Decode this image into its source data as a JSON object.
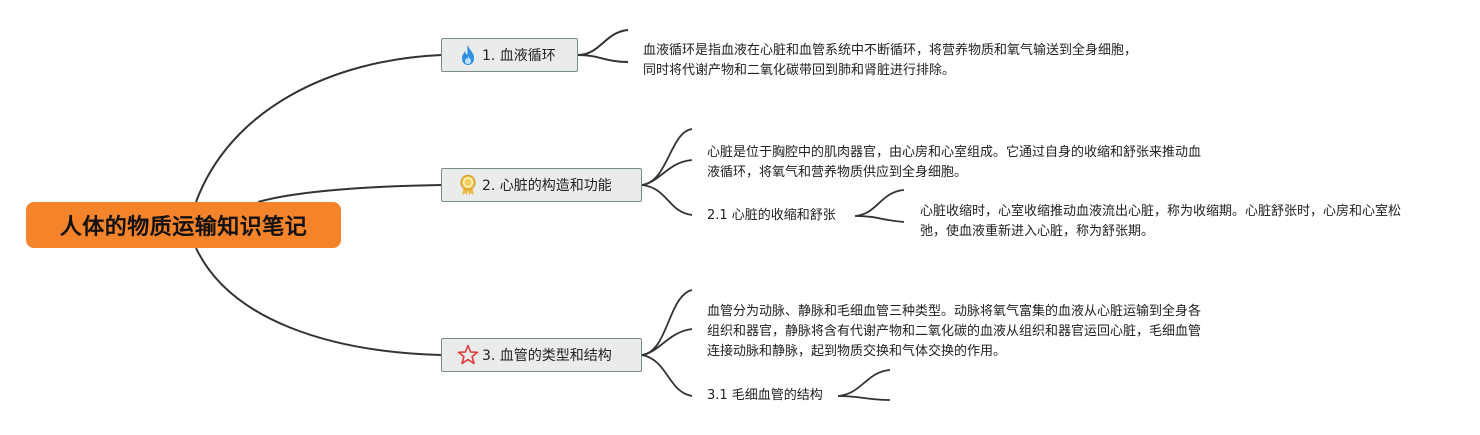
{
  "root": {
    "title": "人体的物质运输知识笔记",
    "color": "#f5832a"
  },
  "branches": [
    {
      "label": "1. 血液循环",
      "icon": "flame-icon",
      "note": "血液循环是指血液在心脏和血管系统中不断循环，将营养物质和氧气输送到全身细胞，同时将代谢产物和二氧化碳带回到肺和肾脏进行排除。"
    },
    {
      "label": "2. 心脏的构造和功能",
      "icon": "award-ribbon-icon",
      "note": "心脏是位于胸腔中的肌肉器官，由心房和心室组成。它通过自身的收缩和舒张来推动血液循环，将氧气和营养物质供应到全身细胞。",
      "sub": {
        "label": "2.1 心脏的收缩和舒张",
        "note": "心脏收缩时，心室收缩推动血液流出心脏，称为收缩期。心脏舒张时，心房和心室松弛，使血液重新进入心脏，称为舒张期。"
      }
    },
    {
      "label": "3. 血管的类型和结构",
      "icon": "star-outline-icon",
      "note": "血管分为动脉、静脉和毛细血管三种类型。动脉将氧气富集的血液从心脏运输到全身各组织和器官，静脉将含有代谢产物和二氧化碳的血液从组织和器官运回心脏，毛细血管连接动脉和静脉，起到物质交换和气体交换的作用。",
      "sub": {
        "label": "3.1 毛细血管的结构"
      }
    }
  ],
  "colors": {
    "line": "#333333",
    "flame": "#2f8fe0",
    "award": "#e8b93a",
    "star": "#e03a3a"
  }
}
